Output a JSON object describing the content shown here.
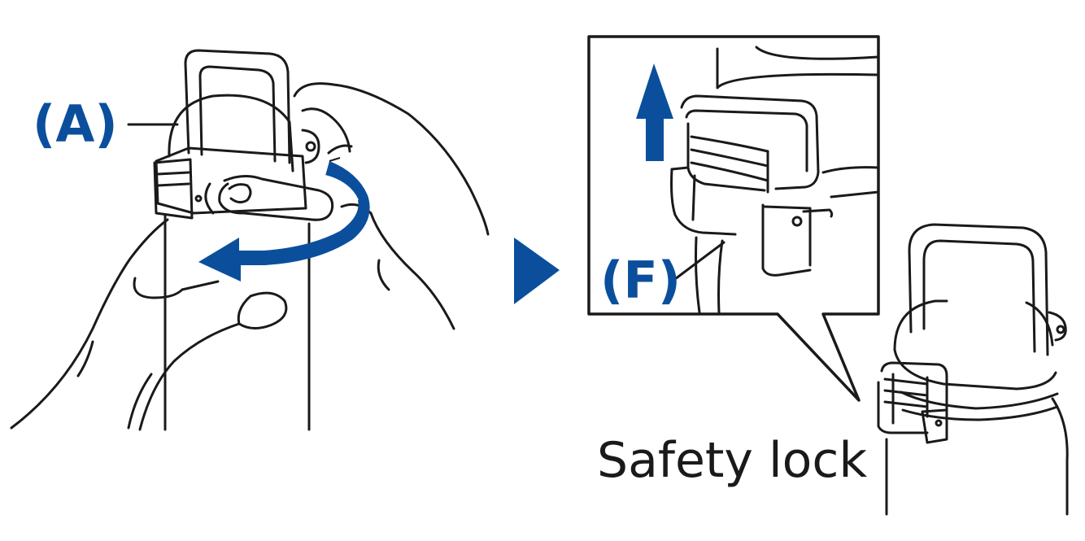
{
  "labels": {
    "cap_part": "(A)",
    "lock_part": "(F)",
    "caption": "Safety lock"
  },
  "colors": {
    "accent": "#0B4F9C",
    "line": "#1a1a1a",
    "background": "#ffffff"
  },
  "icons": {
    "rotation_arrow": "counterclockwise-arrow",
    "lift_arrow": "up-arrow",
    "next_step": "play-triangle"
  }
}
